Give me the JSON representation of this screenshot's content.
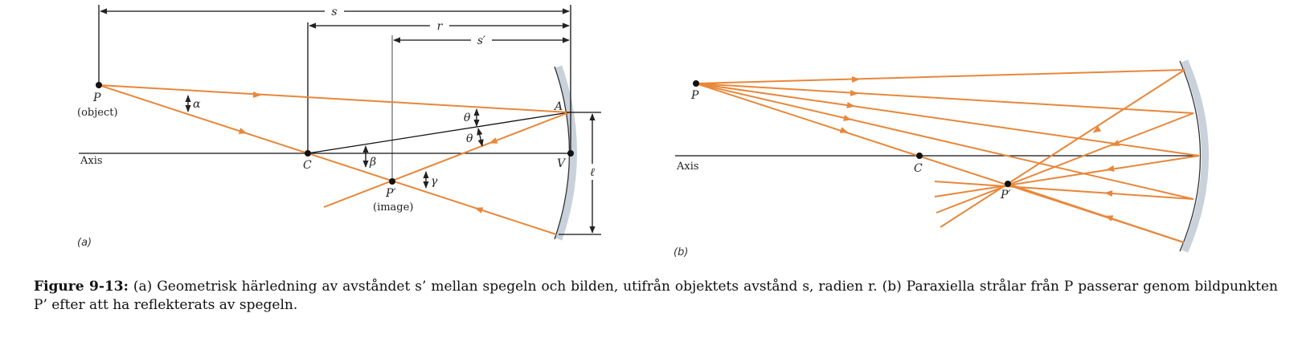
{
  "panel_a": {
    "panel_label": "(a)",
    "dim_s": "s",
    "dim_r": "r",
    "dim_s_prime": "s′",
    "point_P": "P",
    "point_P_note": "(object)",
    "point_C": "C",
    "point_V": "V",
    "point_A": "A",
    "point_P_prime": "P′",
    "point_P_prime_note": "(image)",
    "axis_label": "Axis",
    "angle_alpha": "α",
    "angle_beta": "β",
    "angle_gamma": "γ",
    "angle_theta_upper": "θ",
    "angle_theta_lower": "θ",
    "height_l": "ℓ"
  },
  "panel_b": {
    "panel_label": "(b)",
    "point_P": "P",
    "point_C": "C",
    "point_P_prime": "P′",
    "axis_label": "Axis"
  },
  "caption": {
    "label": "Figure 9-13:",
    "text": " (a) Geometrisk härledning av avståndet s’ mellan spegeln och bilden, utifrån objektets avstånd s, radien r.  (b) Paraxiella strålar från P passerar genom bildpunkten P’ efter att ha reflekterats av spegeln."
  },
  "colors": {
    "ray": "#e8873a",
    "mirror_shade": "#c9d1da",
    "line": "#111111"
  }
}
